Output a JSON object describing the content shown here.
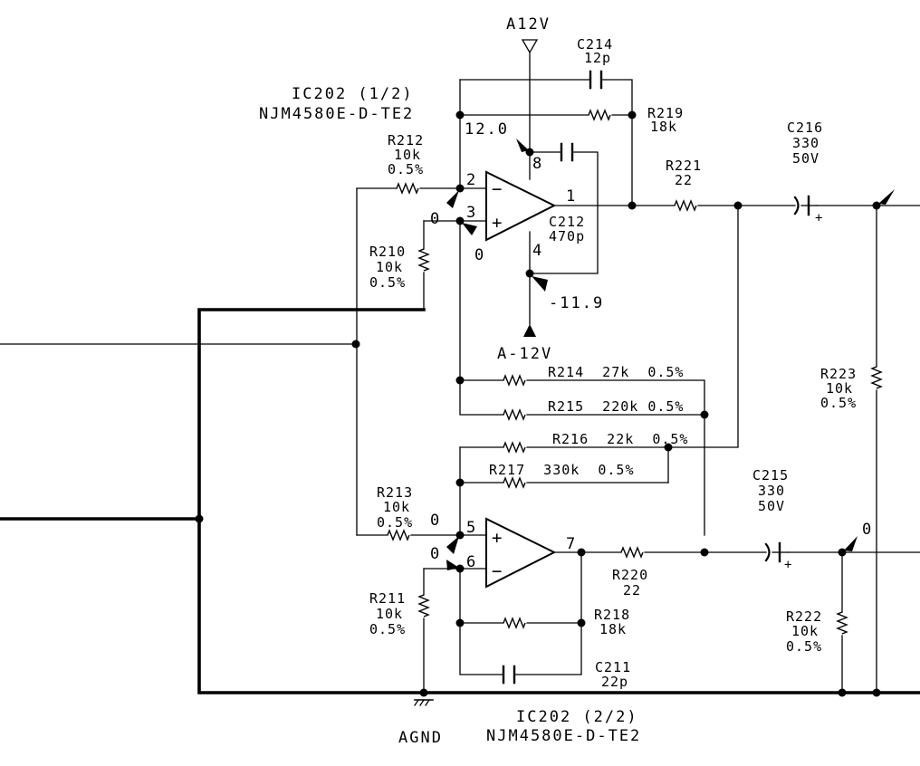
{
  "ic_top": {
    "ref": "IC202 (1/2)",
    "part": "NJM4580E-D-TE2"
  },
  "ic_bottom": {
    "ref": "IC202 (2/2)",
    "part": "NJM4580E-D-TE2"
  },
  "power": {
    "positive": "A12V",
    "negative": "A-12V",
    "ground": "AGND"
  },
  "voltages": {
    "pin8": "12.0",
    "pin4": "-11.9",
    "pin2": "0",
    "pin3": "0",
    "pin5": "0",
    "pin6": "0",
    "out2": "0"
  },
  "opamp_signs": {
    "minus": "−",
    "plus": "+"
  },
  "pins": {
    "p1": "1",
    "p2": "2",
    "p3": "3",
    "p4": "4",
    "p5": "5",
    "p6": "6",
    "p7": "7",
    "p8": "8"
  },
  "components": {
    "C214": {
      "ref": "C214",
      "value": "12p"
    },
    "R219": {
      "ref": "R219",
      "value": "18k"
    },
    "R212": {
      "ref": "R212",
      "value": "10k",
      "tol": "0.5%"
    },
    "R221": {
      "ref": "R221",
      "value": "22"
    },
    "C216": {
      "ref": "C216",
      "value": "330",
      "volt": "50V"
    },
    "C212": {
      "ref": "C212",
      "value": "470p"
    },
    "R210": {
      "ref": "R210",
      "value": "10k",
      "tol": "0.5%"
    },
    "R223": {
      "ref": "R223",
      "value": "10k",
      "tol": "0.5%"
    },
    "R214": {
      "label": "R214  27k  0.5%"
    },
    "R215": {
      "label": "R215  220k 0.5%"
    },
    "R216": {
      "label": "R216  22k  0.5%"
    },
    "R217": {
      "label": "R217  330k  0.5%"
    },
    "C215": {
      "ref": "C215",
      "value": "330",
      "volt": "50V"
    },
    "R213": {
      "ref": "R213",
      "value": "10k",
      "tol": "0.5%"
    },
    "R220": {
      "ref": "R220",
      "value": "22"
    },
    "R218": {
      "ref": "R218",
      "value": "18k"
    },
    "R211": {
      "ref": "R211",
      "value": "10k",
      "tol": "0.5%"
    },
    "R222": {
      "ref": "R222",
      "value": "10k",
      "tol": "0.5%"
    },
    "C211": {
      "ref": "C211",
      "value": "22p"
    }
  }
}
